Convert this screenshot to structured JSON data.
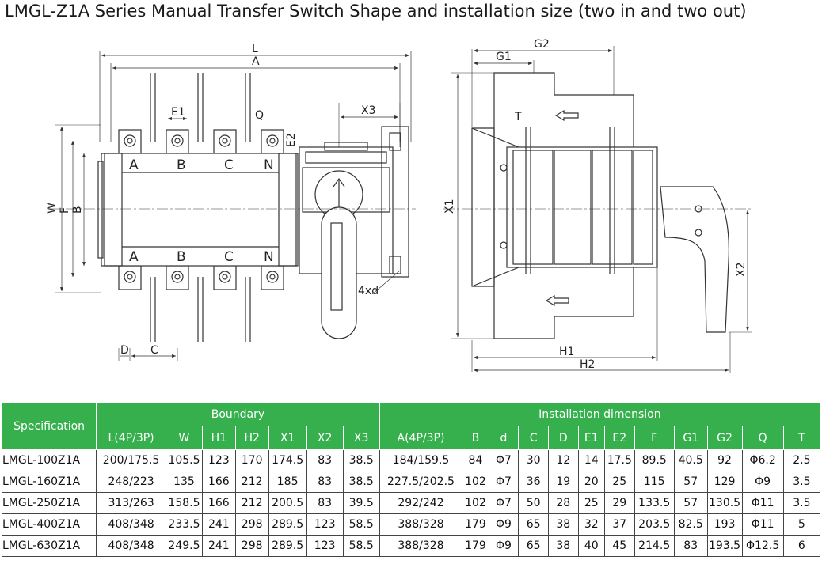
{
  "title": "LMGL-Z1A Series Manual Transfer Switch Shape and installation size (two in and two out)",
  "diagram": {
    "front_labels": {
      "L": "L",
      "A": "A",
      "E1": "E1",
      "Q": "Q",
      "X3": "X3",
      "E2": "E2",
      "W": "W",
      "F": "F",
      "B": "B",
      "D": "D",
      "C": "C",
      "d": "4xd"
    },
    "phases": [
      "A",
      "B",
      "C",
      "N"
    ],
    "side_labels": {
      "G1": "G1",
      "G2": "G2",
      "T": "T",
      "X1": "X1",
      "X2": "X2",
      "H1": "H1",
      "H2": "H2"
    }
  },
  "table": {
    "spec_header": "Specification",
    "group_boundary": "Boundary",
    "group_install": "Installation dimension",
    "columns": [
      "L(4P/3P)",
      "W",
      "H1",
      "H2",
      "X1",
      "X2",
      "X3",
      "A(4P/3P)",
      "B",
      "d",
      "C",
      "D",
      "E1",
      "E2",
      "F",
      "G1",
      "G2",
      "Q",
      "T"
    ],
    "rows": [
      [
        "LMGL-100Z1A",
        "200/175.5",
        "105.5",
        "123",
        "170",
        "174.5",
        "83",
        "38.5",
        "184/159.5",
        "84",
        "Φ7",
        "30",
        "12",
        "14",
        "17.5",
        "89.5",
        "40.5",
        "92",
        "Φ6.2",
        "2.5"
      ],
      [
        "LMGL-160Z1A",
        "248/223",
        "135",
        "166",
        "212",
        "185",
        "83",
        "38.5",
        "227.5/202.5",
        "102",
        "Φ7",
        "36",
        "19",
        "20",
        "25",
        "115",
        "57",
        "129",
        "Φ9",
        "3.5"
      ],
      [
        "LMGL-250Z1A",
        "313/263",
        "158.5",
        "166",
        "212",
        "200.5",
        "83",
        "39.5",
        "292/242",
        "102",
        "Φ7",
        "50",
        "28",
        "25",
        "29",
        "133.5",
        "57",
        "130.5",
        "Φ11",
        "3.5"
      ],
      [
        "LMGL-400Z1A",
        "408/348",
        "233.5",
        "241",
        "298",
        "289.5",
        "123",
        "58.5",
        "388/328",
        "179",
        "Φ9",
        "65",
        "38",
        "32",
        "37",
        "203.5",
        "82.5",
        "193",
        "Φ11",
        "5"
      ],
      [
        "LMGL-630Z1A",
        "408/348",
        "249.5",
        "241",
        "298",
        "289.5",
        "123",
        "58.5",
        "388/328",
        "179",
        "Φ9",
        "65",
        "38",
        "40",
        "45",
        "214.5",
        "83",
        "193.5",
        "Φ12.5",
        "6"
      ]
    ]
  }
}
